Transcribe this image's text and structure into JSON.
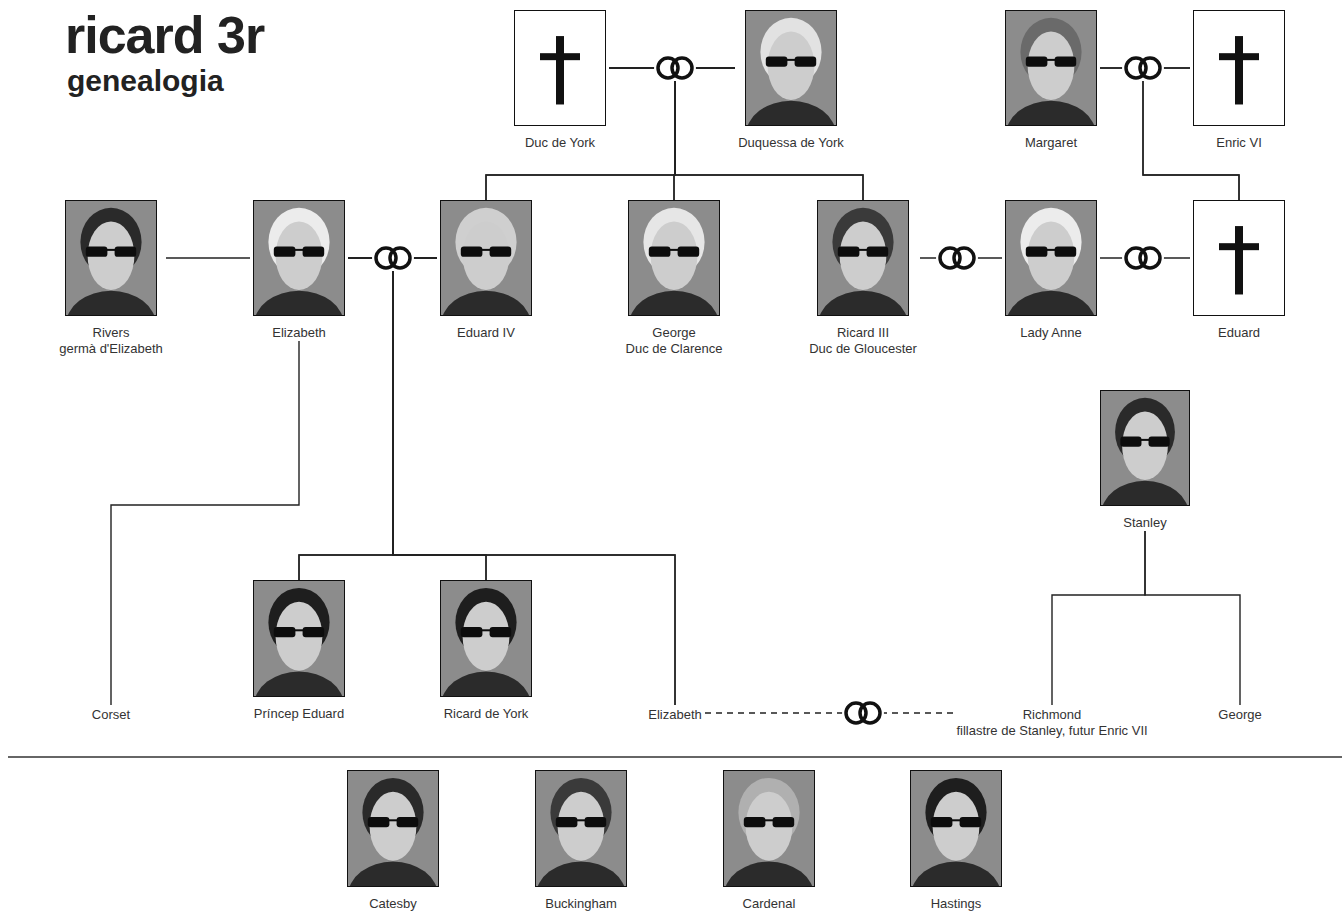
{
  "diagram": {
    "title": "ricard 3r",
    "nodes": [
      {
        "text": [
          "Duc de York"
        ]
      },
      {
        "text": [
          "Duquessa de York"
        ]
      },
      {
        "text": [
          "Margaret"
        ]
      },
      {
        "text": [
          "Enric VI"
        ]
      },
      {
        "text": [
          "Rivers",
          "germà d'Elizabeth"
        ]
      },
      {
        "text": [
          "Elizabeth"
        ]
      },
      {
        "text": [
          "Eduard IV"
        ]
      },
      {
        "text": [
          "George",
          "Duc de Clarence"
        ]
      },
      {
        "text": [
          "Ricard III",
          "Duc de Gloucester"
        ]
      },
      {
        "text": [
          "Lady Anne"
        ]
      },
      {
        "text": [
          "Eduard"
        ]
      },
      {
        "text": [
          "Stanley"
        ]
      },
      {
        "text": [
          "Corset"
        ]
      },
      {
        "text": [
          "Príncep Eduard"
        ]
      },
      {
        "text": [
          "Ricard de York"
        ]
      },
      {
        "text": [
          "Elizabeth"
        ]
      },
      {
        "text": [
          "Richmond",
          "fillastre de Stanley, futur Enric VII"
        ]
      },
      {
        "text": [
          "George"
        ]
      },
      {
        "text": [
          "Catesby"
        ]
      },
      {
        "text": [
          "Buckingham"
        ]
      },
      {
        "text": [
          "Cardenal"
        ]
      },
      {
        "text": [
          "Hastings"
        ]
      }
    ],
    "edges": [
      {
        "from": 0,
        "to": 1,
        "arrow": "none"
      },
      {
        "from": 2,
        "to": 3,
        "arrow": "none"
      },
      {
        "from": 4,
        "to": 5,
        "arrow": "none"
      },
      {
        "from": 5,
        "to": 6,
        "arrow": "none"
      },
      {
        "from": 8,
        "to": 9,
        "arrow": "none"
      },
      {
        "from": 9,
        "to": 10,
        "arrow": "none"
      },
      {
        "from": 15,
        "to": 16,
        "arrow": "none"
      },
      {
        "from": 0,
        "to": 6,
        "arrow": "none"
      },
      {
        "from": 0,
        "to": 7,
        "arrow": "none"
      },
      {
        "from": 0,
        "to": 8,
        "arrow": "none"
      },
      {
        "from": 1,
        "to": 6,
        "arrow": "none"
      },
      {
        "from": 1,
        "to": 7,
        "arrow": "none"
      },
      {
        "from": 1,
        "to": 8,
        "arrow": "none"
      },
      {
        "from": 2,
        "to": 10,
        "arrow": "none"
      },
      {
        "from": 3,
        "to": 10,
        "arrow": "none"
      },
      {
        "from": 5,
        "to": 13,
        "arrow": "none"
      },
      {
        "from": 5,
        "to": 14,
        "arrow": "none"
      },
      {
        "from": 5,
        "to": 15,
        "arrow": "none"
      },
      {
        "from": 6,
        "to": 13,
        "arrow": "none"
      },
      {
        "from": 6,
        "to": 14,
        "arrow": "none"
      },
      {
        "from": 6,
        "to": 15,
        "arrow": "none"
      },
      {
        "from": 5,
        "to": 12,
        "arrow": "none"
      },
      {
        "from": 11,
        "to": 16,
        "arrow": "none"
      },
      {
        "from": 11,
        "to": 17,
        "arrow": "none"
      }
    ],
    "labels": [
      "genealogia"
    ]
  }
}
